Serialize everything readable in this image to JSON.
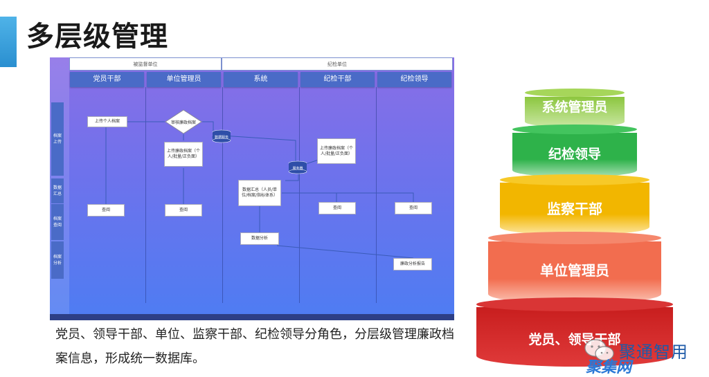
{
  "title": "多层级管理",
  "flow": {
    "group_headers": [
      "被监督单位",
      "纪检单位"
    ],
    "roles": [
      "党员干部",
      "单位管理员",
      "系统",
      "纪检干部",
      "纪检领导"
    ],
    "side_labels": [
      "档案上传",
      "数据汇总",
      "档案查阅",
      "档案分析"
    ],
    "boxes": {
      "upload_personal": "上传个人档案",
      "review": "审核廉政档案",
      "upload_unit": "上传廉政档案（个人/批量/正负面）",
      "upload_jj": "上传廉政档案（个人/批量/正负面）",
      "summary": "数据汇总（人员/单位/档案/指标体系）",
      "query1": "查阅",
      "query2": "查阅",
      "query3": "查阅",
      "query4": "查阅",
      "analysis": "数据分析",
      "report": "廉政分析报告",
      "db1": "数据服务",
      "db2": "服务器"
    }
  },
  "description": "党员、领导干部、单位、监察干部、纪检领导分角色，分层级管理廉政档案信息，形成统一数据库。",
  "pyramid": [
    {
      "label": "系统管理员",
      "color": "#8cc63f"
    },
    {
      "label": "纪检领导",
      "color": "#2eb24a"
    },
    {
      "label": "监察干部",
      "color": "#f2b600"
    },
    {
      "label": "单位管理员",
      "color": "#f26d4f"
    },
    {
      "label": "党员、领导干部",
      "color": "#c81e1e"
    }
  ],
  "watermark": {
    "line1": "聚通智用",
    "line2": "聚集网"
  }
}
